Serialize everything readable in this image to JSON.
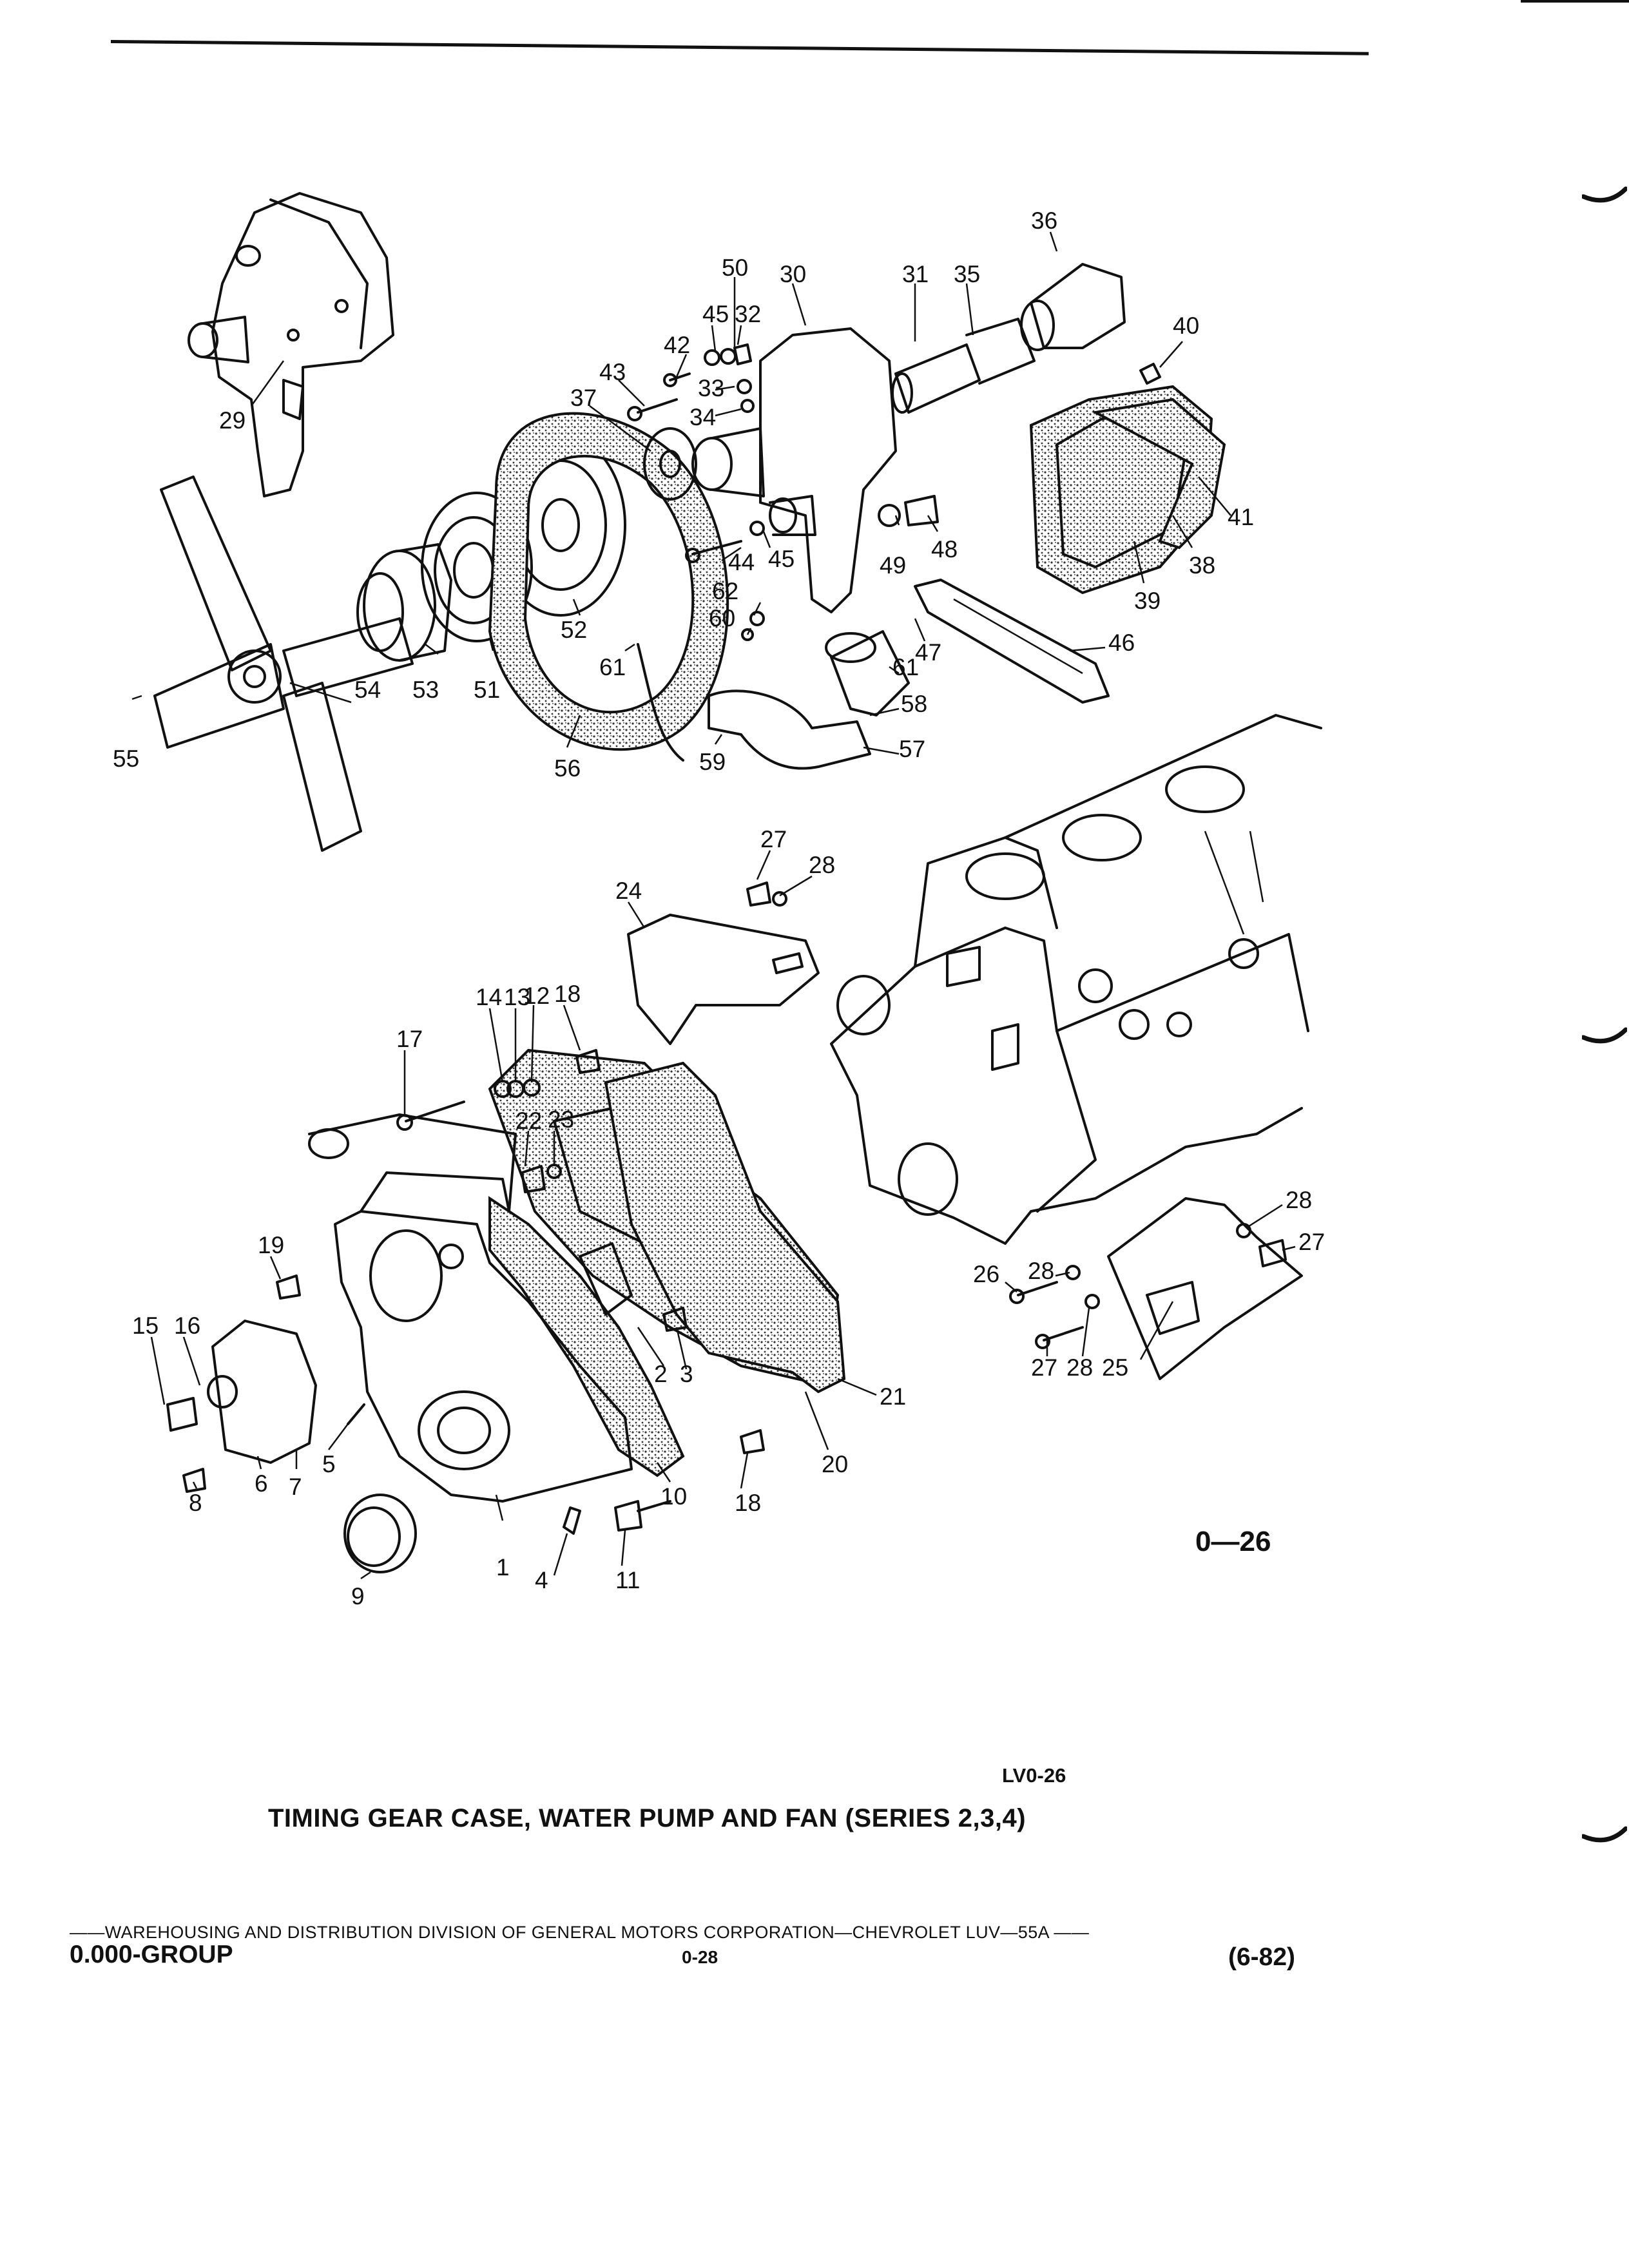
{
  "figure_number": "0—26",
  "figure_code": "LV0-26",
  "caption": "TIMING GEAR CASE, WATER PUMP AND FAN (SERIES 2,3,4)",
  "footer": {
    "line": "——WAREHOUSING AND DISTRIBUTION  DIVISION OF GENERAL MOTORS CORPORATION—CHEVROLET LUV—55A  ——",
    "group": "0.000-GROUP",
    "page": "0-28",
    "date": "(6-82)"
  },
  "callouts": {
    "c36": "36",
    "c50": "50",
    "c30": "30",
    "c31": "31",
    "c35": "35",
    "c45a": "45",
    "c32": "32",
    "c42": "42",
    "c40": "40",
    "c43": "43",
    "c33": "33",
    "c37": "37",
    "c34": "34",
    "c29": "29",
    "c41": "41",
    "c38": "38",
    "c39": "39",
    "c44": "44",
    "c45b": "45",
    "c49": "49",
    "c48": "48",
    "c62": "62",
    "c60": "60",
    "c47": "47",
    "c46": "46",
    "c52": "52",
    "c61a": "61",
    "c61b": "61",
    "c58": "58",
    "c53": "53",
    "c51": "51",
    "c54": "54",
    "c55": "55",
    "c56": "56",
    "c59": "59",
    "c57": "57",
    "c27a": "27",
    "c28a": "28",
    "c24": "24",
    "c14": "14",
    "c13": "13",
    "c12": "12",
    "c18a": "18",
    "c17": "17",
    "c22": "22",
    "c23": "23",
    "c19": "19",
    "c28b": "28",
    "c27b": "27",
    "c26": "26",
    "c28c": "28",
    "c15": "15",
    "c16": "16",
    "c2": "2",
    "c3": "3",
    "c21": "21",
    "c27c": "27",
    "c28d": "28",
    "c25": "25",
    "c5": "5",
    "c20": "20",
    "c18b": "18",
    "c6": "6",
    "c7": "7",
    "c10": "10",
    "c8": "8",
    "c1": "1",
    "c4": "4",
    "c11": "11",
    "c9": "9"
  }
}
